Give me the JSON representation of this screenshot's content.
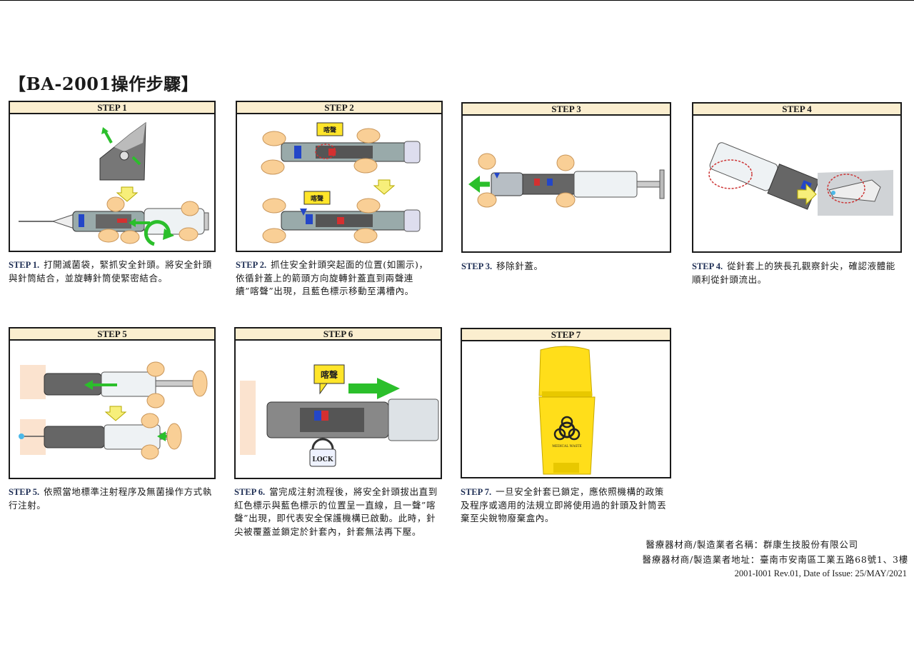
{
  "title": "【BA-2001操作步驟】",
  "steps": [
    {
      "header": "STEP 1",
      "label": "STEP 1.",
      "text": "打開滅菌袋，緊抓安全針頭。將安全針頭與針筒結合，並旋轉針筒使緊密結合。"
    },
    {
      "header": "STEP 2",
      "label": "STEP 2.",
      "text": "抓住安全針頭突起面的位置(如圖示)，依循針蓋上的箭頭方向旋轉針蓋直到兩聲連續”喀聲”出現，且藍色標示移動至溝槽內。",
      "callouts": [
        "喀聲",
        "喀聲"
      ]
    },
    {
      "header": "STEP 3",
      "label": "STEP 3.",
      "text": "移除針蓋。"
    },
    {
      "header": "STEP 4",
      "label": "STEP 4.",
      "text": "從針套上的狹長孔觀察針尖，確認液體能順利從針頭流出。"
    },
    {
      "header": "STEP 5",
      "label": "STEP 5.",
      "text": "依照當地標準注射程序及無菌操作方式執行注射。"
    },
    {
      "header": "STEP 6",
      "label": "STEP 6.",
      "text": "當完成注射流程後，將安全針頭拔出直到紅色標示與藍色標示的位置呈一直線，且一聲”喀聲”出現，即代表安全保護機構已啟動。此時，針尖被覆蓋並鎖定於針套內，針套無法再下壓。",
      "callout": "喀聲",
      "lock_label": "LOCK"
    },
    {
      "header": "STEP 7",
      "label": "STEP 7.",
      "text": "一旦安全針套已鎖定，應依照機構的政策及程序或適用的法規立即將使用過的針頭及針筒丟棄至尖銳物廢棄盒內。",
      "bin_label": "MEDICAL WASTE"
    }
  ],
  "footer": {
    "manufacturer_name": "醫療器材商/製造業者名稱：群康生技股份有限公司",
    "manufacturer_address": "醫療器材商/製造業者地址：臺南市安南區工業五路68號1、3樓",
    "revision": "2001-I001 Rev.01, Date of Issue: 25/MAY/2021"
  },
  "colors": {
    "header_fill": "#fbeecf",
    "arrow_green": "#2bbf2b",
    "arrow_yellow": "#f7ef7a",
    "finger": "#f9cf96",
    "callout_yellow": "#ffe52a",
    "bin_yellow": "#ffde1a",
    "marker_blue": "#2346c8",
    "marker_red": "#d43030"
  }
}
